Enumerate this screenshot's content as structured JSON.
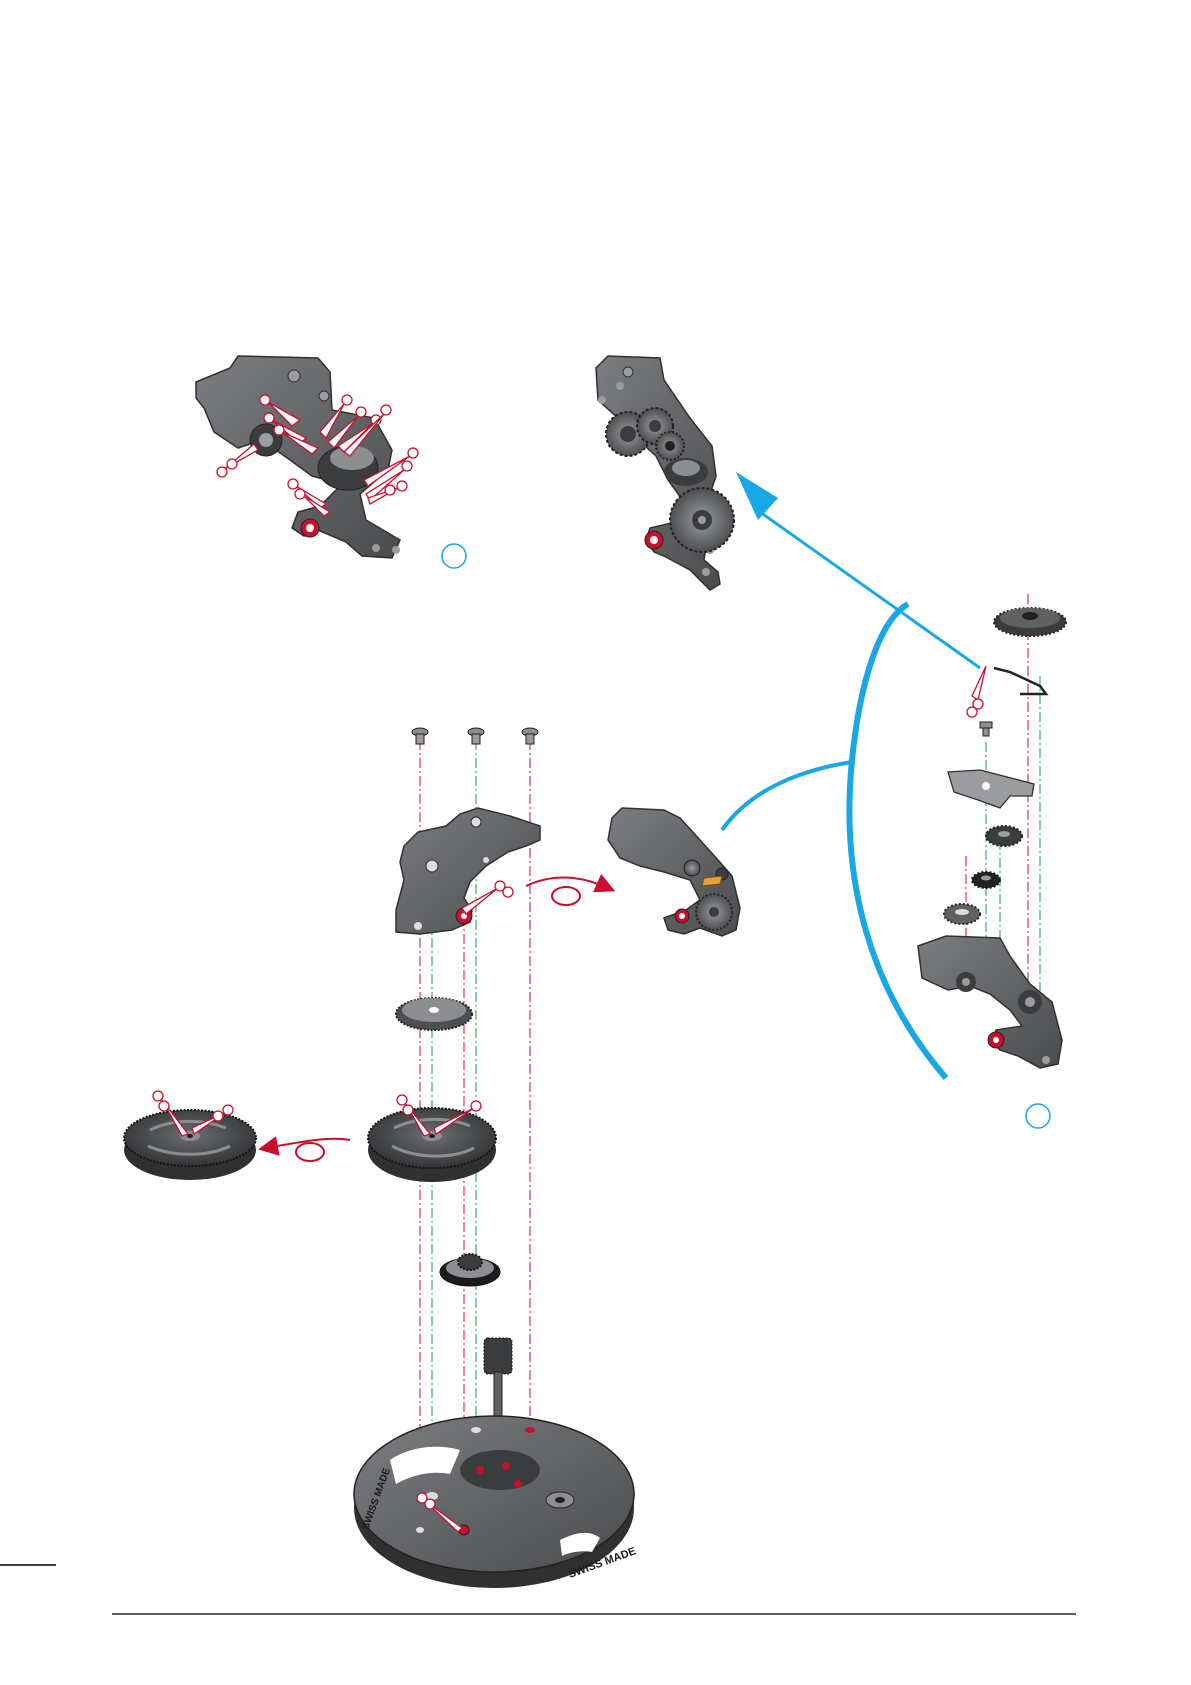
{
  "diagram": {
    "type": "exploded-assembly-illustration",
    "main_plate_text": [
      "SWISS MADE",
      "SWISS MADE"
    ],
    "colors": {
      "part": "#5f6163",
      "part_dark": "#3b3c3e",
      "part_light": "#8c8e91",
      "axis_red": "#c8102e",
      "axis_green": "#1a9a4a",
      "callout": "#c8102e",
      "blue_arrow": "#1aa7e6",
      "rule": "#000000"
    },
    "icons": [
      "screw-icon",
      "gear-icon",
      "rotate-arrow-icon",
      "oil-drop-icon"
    ]
  }
}
